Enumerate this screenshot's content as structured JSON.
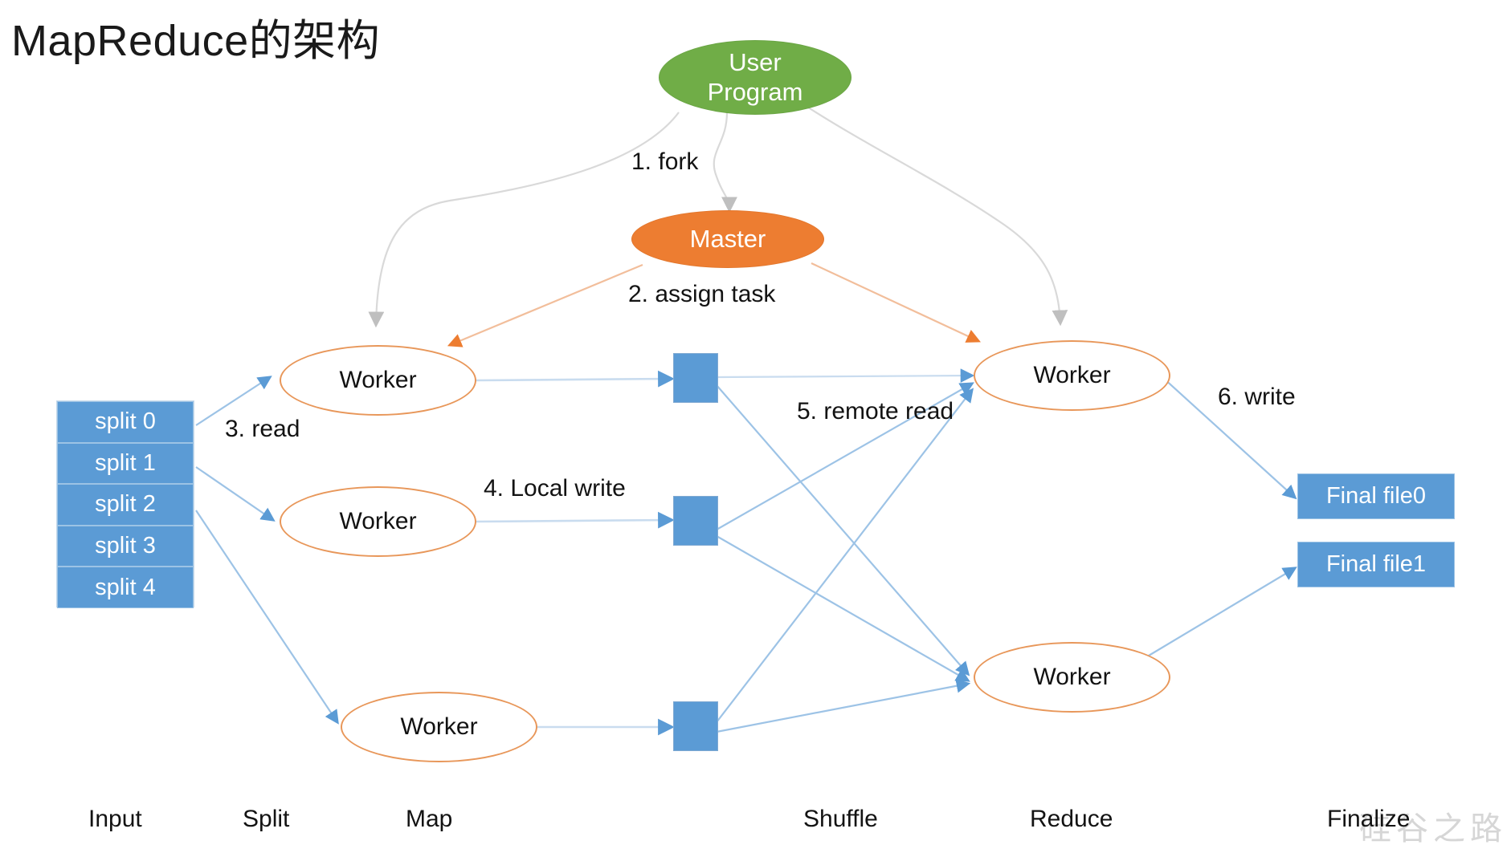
{
  "page": {
    "title": "MapReduce的架构",
    "watermark": "硅谷之路",
    "colors": {
      "green": "#70AD47",
      "orange": "#ED7D31",
      "blue": "#5B9BD5",
      "worker_border": "#E8975A",
      "gray_arrow": "#BFBFBF",
      "blue_arrow": "#9DC3E6"
    }
  },
  "nodes": {
    "user_program": "User\nProgram",
    "user_program_line1": "User",
    "user_program_line2": "Program",
    "master": "Master",
    "map_worker_1": "Worker",
    "map_worker_2": "Worker",
    "map_worker_3": "Worker",
    "reduce_worker_1": "Worker",
    "reduce_worker_2": "Worker"
  },
  "input_splits": [
    "split 0",
    "split 1",
    "split 2",
    "split 3",
    "split 4"
  ],
  "final_files": [
    "Final file0",
    "Final file1"
  ],
  "edge_labels": {
    "fork": "1. fork",
    "assign_task": "2. assign task",
    "read": "3. read",
    "local_write": "4. Local write",
    "remote_read": "5. remote read",
    "write": "6. write"
  },
  "stage_labels": [
    "Input",
    "Split",
    "Map",
    "Shuffle",
    "Reduce",
    "Finalize"
  ]
}
